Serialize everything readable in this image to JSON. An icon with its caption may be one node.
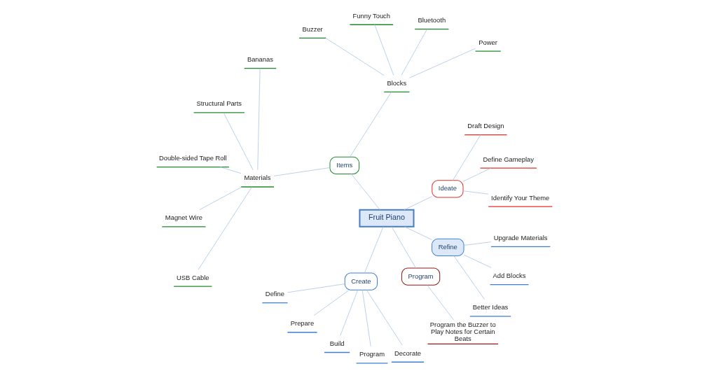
{
  "diagram": {
    "nodes": [
      {
        "text": [
          "Fruit Piano"
        ]
      },
      {
        "text": [
          "Ideate"
        ]
      },
      {
        "text": [
          "Identify Your Theme"
        ]
      },
      {
        "text": [
          "Define Gameplay"
        ]
      },
      {
        "text": [
          "Draft Design"
        ]
      },
      {
        "text": [
          "Items"
        ]
      },
      {
        "text": [
          "Blocks"
        ]
      },
      {
        "text": [
          "Power"
        ]
      },
      {
        "text": [
          "Bluetooth"
        ]
      },
      {
        "text": [
          "Funny Touch"
        ]
      },
      {
        "text": [
          "Buzzer"
        ]
      },
      {
        "text": [
          "Materials"
        ]
      },
      {
        "text": [
          "Bananas"
        ]
      },
      {
        "text": [
          "Structural Parts"
        ]
      },
      {
        "text": [
          "Double-sided Tape Roll"
        ]
      },
      {
        "text": [
          "Magnet Wire"
        ]
      },
      {
        "text": [
          "USB Cable"
        ]
      },
      {
        "text": [
          "Create"
        ]
      },
      {
        "text": [
          "Define"
        ]
      },
      {
        "text": [
          "Prepare"
        ]
      },
      {
        "text": [
          "Build"
        ]
      },
      {
        "text": [
          "Program"
        ]
      },
      {
        "text": [
          "Decorate"
        ]
      },
      {
        "text": [
          "Program"
        ]
      },
      {
        "text": [
          "Program the Buzzer to Play Notes for Certain Beats"
        ]
      },
      {
        "text": [
          "Refine"
        ]
      },
      {
        "text": [
          "Better Ideas"
        ]
      },
      {
        "text": [
          "Add Blocks"
        ]
      },
      {
        "text": [
          "Upgrade Materials"
        ]
      }
    ],
    "edges": [
      {
        "from": 0,
        "to": 1,
        "arrow": "none"
      },
      {
        "from": 1,
        "to": 2,
        "arrow": "none"
      },
      {
        "from": 1,
        "to": 3,
        "arrow": "none"
      },
      {
        "from": 1,
        "to": 4,
        "arrow": "none"
      },
      {
        "from": 0,
        "to": 5,
        "arrow": "none"
      },
      {
        "from": 5,
        "to": 6,
        "arrow": "none"
      },
      {
        "from": 6,
        "to": 7,
        "arrow": "none"
      },
      {
        "from": 6,
        "to": 8,
        "arrow": "none"
      },
      {
        "from": 6,
        "to": 9,
        "arrow": "none"
      },
      {
        "from": 6,
        "to": 10,
        "arrow": "none"
      },
      {
        "from": 5,
        "to": 11,
        "arrow": "none"
      },
      {
        "from": 11,
        "to": 12,
        "arrow": "none"
      },
      {
        "from": 11,
        "to": 13,
        "arrow": "none"
      },
      {
        "from": 11,
        "to": 14,
        "arrow": "none"
      },
      {
        "from": 11,
        "to": 15,
        "arrow": "none"
      },
      {
        "from": 11,
        "to": 16,
        "arrow": "none"
      },
      {
        "from": 0,
        "to": 17,
        "arrow": "none"
      },
      {
        "from": 17,
        "to": 18,
        "arrow": "none"
      },
      {
        "from": 17,
        "to": 19,
        "arrow": "none"
      },
      {
        "from": 17,
        "to": 20,
        "arrow": "none"
      },
      {
        "from": 17,
        "to": 21,
        "arrow": "none"
      },
      {
        "from": 17,
        "to": 22,
        "arrow": "none"
      },
      {
        "from": 0,
        "to": 23,
        "arrow": "none"
      },
      {
        "from": 23,
        "to": 24,
        "arrow": "none"
      },
      {
        "from": 0,
        "to": 25,
        "arrow": "none"
      },
      {
        "from": 25,
        "to": 26,
        "arrow": "none"
      },
      {
        "from": 25,
        "to": 27,
        "arrow": "none"
      },
      {
        "from": 25,
        "to": 28,
        "arrow": "none"
      }
    ]
  }
}
